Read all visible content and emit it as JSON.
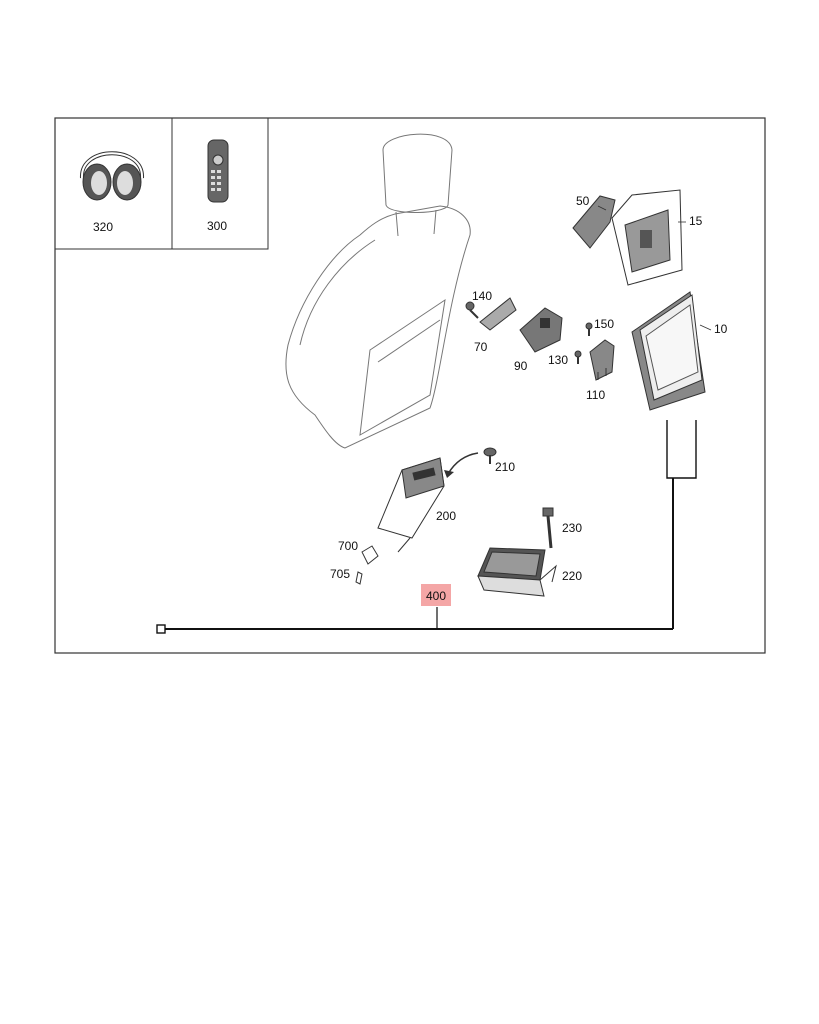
{
  "parts": {
    "headphones": "320",
    "remote": "300",
    "screen_bezel_cap": "50",
    "rear_housing": "15",
    "monitor": "10",
    "screw_140": "140",
    "bracket_70": "70",
    "hinge_90": "90",
    "screw_150": "150",
    "screw_130": "130",
    "mount_110": "110",
    "screw_210": "210",
    "control_unit": "200",
    "connector_700": "700",
    "clip_705": "705",
    "bolt_230": "230",
    "tray_220": "220",
    "cable_harness": "400"
  },
  "colors": {
    "highlight": "#f4a6a6",
    "wire": "#111111",
    "frame": "#333333"
  }
}
